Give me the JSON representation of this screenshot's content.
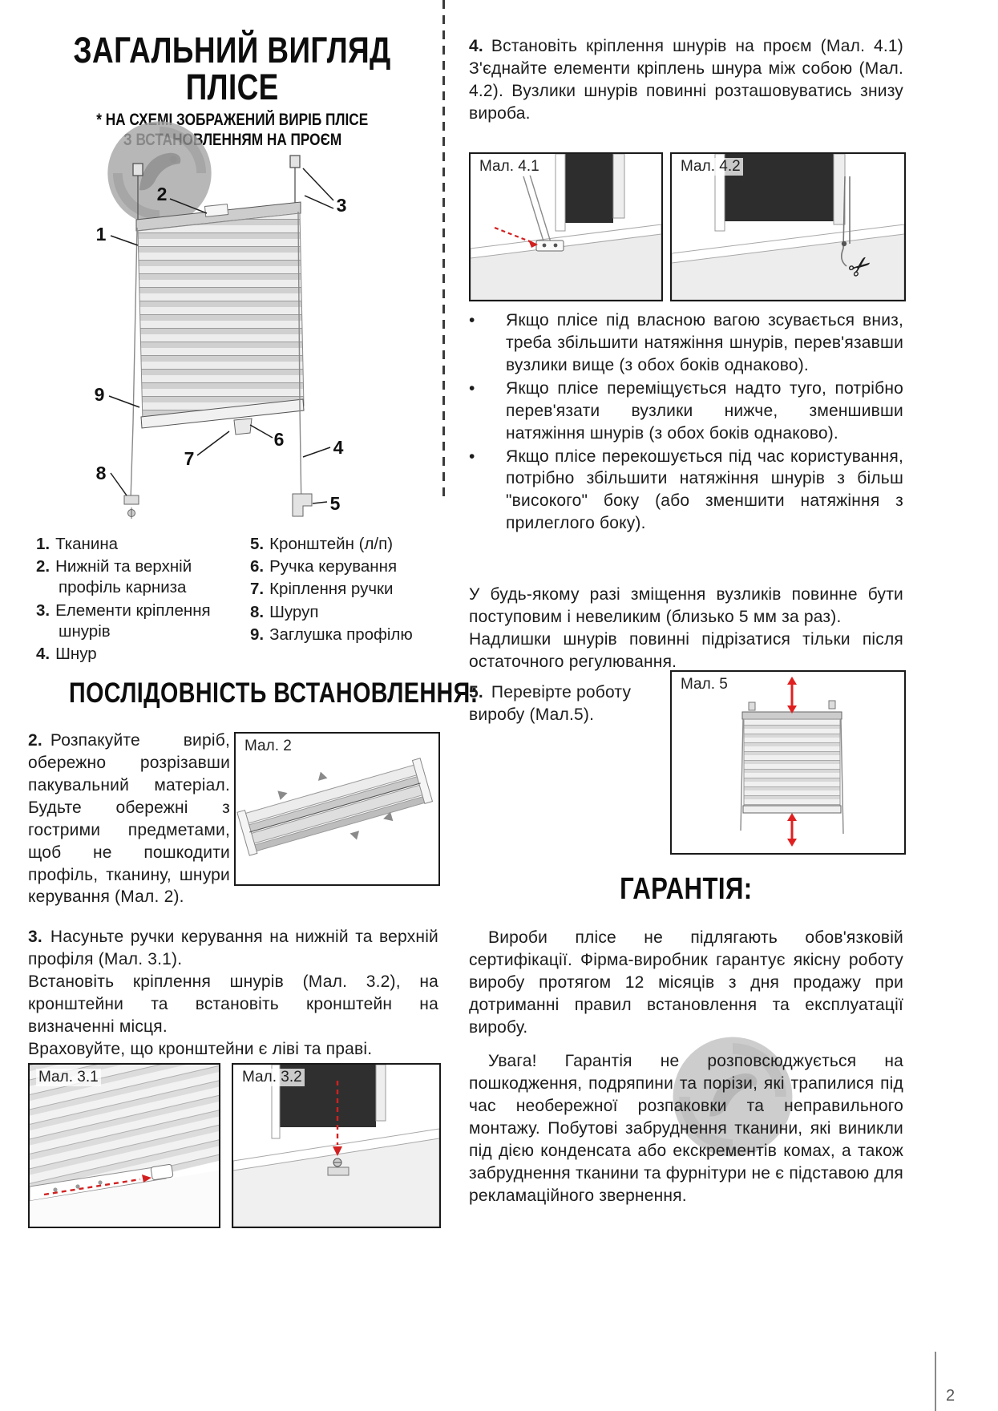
{
  "page": {
    "number": "2"
  },
  "left": {
    "title_line1": "ЗАГАЛЬНИЙ ВИГЛЯД",
    "title_line2": "ПЛІСЕ",
    "subtitle_line1": "* НА СХЕМІ ЗОБРАЖЕНИЙ ВИРІБ ПЛІСЕ",
    "subtitle_line2": "З ВСТАНОВЛЕННЯМ НА ПРОЄМ",
    "legend_left": [
      {
        "num": "1.",
        "text": "Тканина"
      },
      {
        "num": "2.",
        "text": "Нижній та верхній профіль карниза"
      },
      {
        "num": "3.",
        "text": "Елементи кріплення шнурів"
      },
      {
        "num": "4.",
        "text": "Шнур"
      }
    ],
    "legend_right": [
      {
        "num": "5.",
        "text": "Кронштейн (л/п)"
      },
      {
        "num": "6.",
        "text": "Ручка керування"
      },
      {
        "num": "7.",
        "text": "Кріплення ручки"
      },
      {
        "num": "8.",
        "text": "Шуруп"
      },
      {
        "num": "9.",
        "text": "Заглушка профілю"
      }
    ],
    "sequence_title": "ПОСЛІДОВНІСТЬ ВСТАНОВЛЕННЯ:",
    "step2_num": "2.",
    "step2_text": "Розпакуйте виріб, обережно розрізавши пакувальний матеріал. Будьте обережні з гострими предметами, щоб не пошкодити профіль, тканину, шнури керування (Мал. 2).",
    "fig2_label": "Мал. 2",
    "step3_num": "3.",
    "step3_text1": "Насуньте ручки керування на нижній та верхній профіля (Мал. 3.1).",
    "step3_text2": "Встановіть кріплення шнурів (Мал. 3.2), на кронштейни та встановіть кронштейн на визначенні місця.",
    "step3_text3": "Враховуйте, що кронштейни є ліві та праві.",
    "fig31_label": "Мал. 3.1",
    "fig32_label": "Мал. 3.2"
  },
  "right": {
    "step4_num": "4.",
    "step4_text": "Встановіть кріплення шнурів на проєм (Мал. 4.1) З'єднайте елементи кріплень шнура між собою (Мал. 4.2). Вузлики шнурів повинні розташовуватись знизу вироба.",
    "fig41_label": "Мал. 4.1",
    "fig42_label": "Мал. 4.2",
    "bullets": [
      "Якщо плісе під власною вагою зсувається вниз, треба збільшити натяжіння шнурів, перев'язавши вузлики вище (з обох боків однаково).",
      "Якщо плісе переміщується надто туго, потрібно перев'язати вузлики нижче, зменшивши натяжіння шнурів (з обох боків однаково).",
      "Якщо плісе перекошується під час користування, потрібно збільшити натяжіння шнурів з більш \"високого\" боку (або зменшити натяжіння з прилеглого боку)."
    ],
    "note_text1": "У будь-якому разі зміщення вузликів повинне бути поступовим і невеликим (близько 5 мм за раз).",
    "note_text2": "Надлишки шнурів повинні підрізатися тільки після остаточного регулювання.",
    "step5_num": "5.",
    "step5_text": "Перевірте роботу виробу (Мал.5).",
    "fig5_label": "Мал. 5",
    "warranty_title": "ГАРАНТІЯ:",
    "warranty_p1": "Вироби плісе не підлягають обов'язковій сертифікації. Фірма-виробник гарантує якісну роботу виробу протягом 12 місяців з дня продажу при дотриманні правил встановлення та експлуатації виробу.",
    "warranty_p2": "Увага! Гарантія не розповсюджується на пошкодження, подряпини та порізи, які трапилися під час необережної розпаковки та неправильного монтажу. Побутові забруднення тканини, які виникли під дією конденсата або екскрементів комах, а також забруднення тканини та фурнітури не є підставою для рекламаційного звернення."
  },
  "diagram": {
    "labels": [
      "1",
      "2",
      "3",
      "4",
      "5",
      "6",
      "7",
      "8",
      "9"
    ]
  }
}
